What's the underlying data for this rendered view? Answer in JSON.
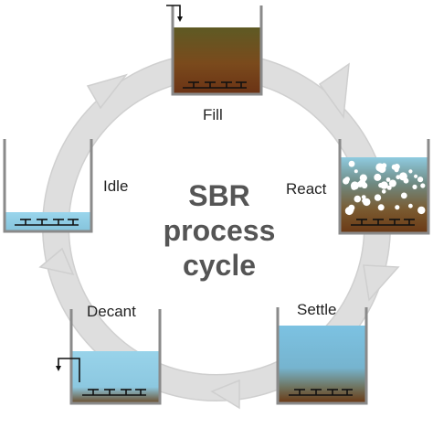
{
  "title_lines": [
    "SBR",
    "process",
    "cycle"
  ],
  "stages": [
    {
      "id": "fill",
      "label": "Fill"
    },
    {
      "id": "react",
      "label": "React"
    },
    {
      "id": "settle",
      "label": "Settle"
    },
    {
      "id": "decant",
      "label": "Decant"
    },
    {
      "id": "idle",
      "label": "Idle"
    }
  ],
  "colors": {
    "ring": "#dedede",
    "ring_edge": "#cfcfcf",
    "tank_wall": "#8a8a8a",
    "sludge_dark": "#6b3a16",
    "sludge_olive": "#5e5a24",
    "water_blue": "#8fcfe6",
    "settle_blue": "#79bfe0",
    "bubble": "#ffffff",
    "title": "#555555"
  }
}
